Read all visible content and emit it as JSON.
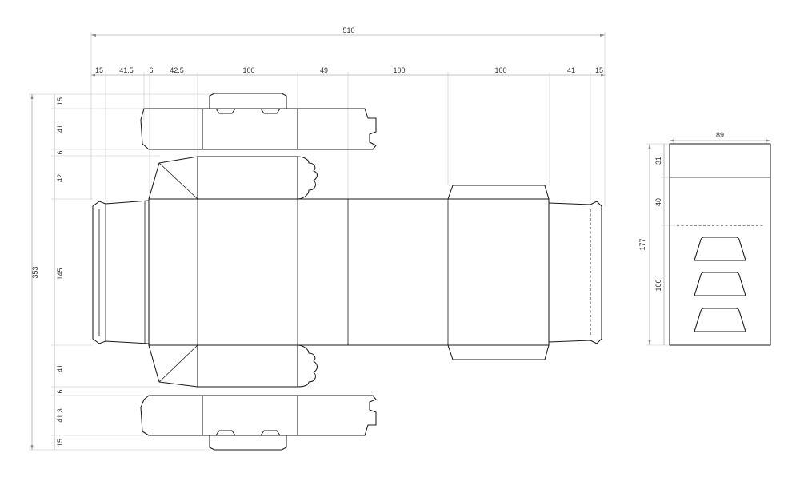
{
  "dieline": {
    "overall_width": "510",
    "overall_height": "353",
    "widths": [
      "15",
      "41.5",
      "6",
      "42.5",
      "100",
      "49",
      "100",
      "100",
      "41",
      "15"
    ],
    "heights": [
      "15",
      "41",
      "6",
      "42",
      "145",
      "41",
      "6",
      "41.3",
      "15"
    ]
  },
  "front_view": {
    "width": "89",
    "height": "177",
    "segments": [
      "31",
      "40",
      "106"
    ]
  },
  "colors": {
    "line": "#1a1a1a",
    "dimension": "#8a8a8a",
    "background": "#ffffff"
  }
}
